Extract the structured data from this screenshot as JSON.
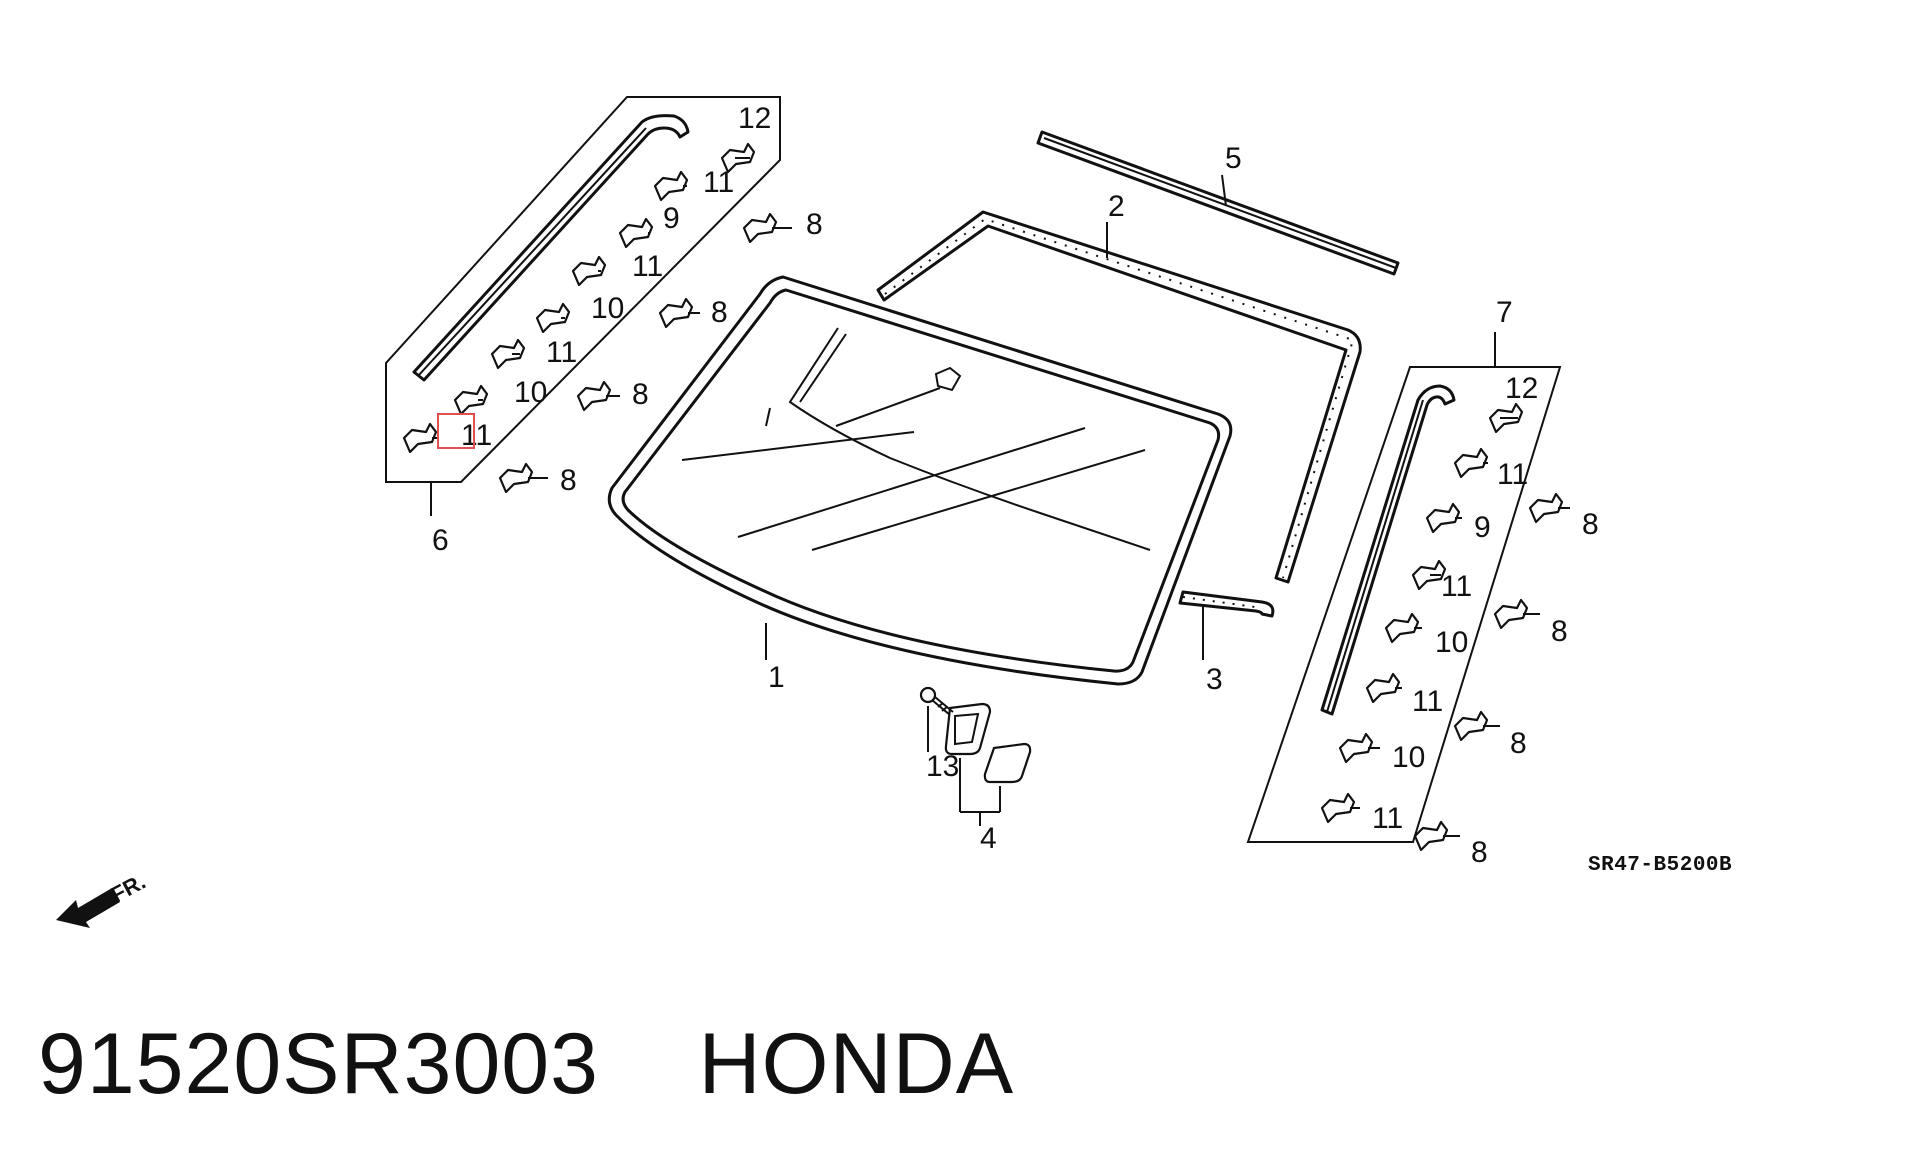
{
  "diagram": {
    "labels": {
      "p1": "1",
      "p2": "2",
      "p3": "3",
      "p4": "4",
      "p5": "5",
      "p6": "6",
      "p7": "7",
      "p13": "13",
      "l12a": "12",
      "l11a": "11",
      "l9a": "9",
      "l11b": "11",
      "l10a": "10",
      "l11c": "11",
      "l10b": "10",
      "l11d": "11",
      "l8a": "8",
      "l8b": "8",
      "l8c": "8",
      "l8d": "8",
      "r12": "12",
      "r11a": "11",
      "r9": "9",
      "r11b": "11",
      "r10a": "10",
      "r11c": "11",
      "r10b": "10",
      "r11d": "11",
      "r8a": "8",
      "r8b": "8",
      "r8c": "8",
      "r8d": "8"
    },
    "diagram_code": "SR47-B5200B",
    "front_indicator": "FR.",
    "highlighted_callout": "11",
    "highlight_color": "#e05050"
  },
  "footer": {
    "part_number": "91520SR3003",
    "brand": "HONDA"
  }
}
